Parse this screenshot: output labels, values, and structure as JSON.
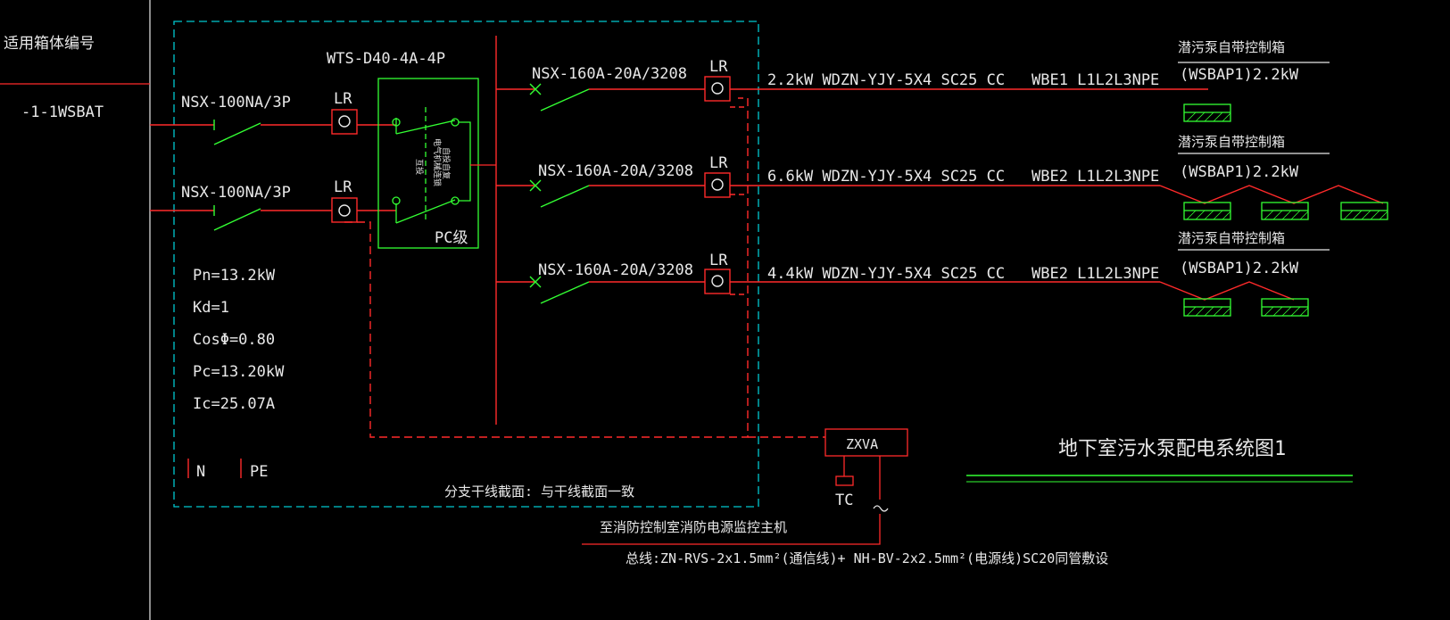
{
  "left_panel": {
    "header": "适用箱体编号",
    "box_id": "-1-1WSBAT"
  },
  "incoming": [
    {
      "breaker": "NSX-100NA/3P",
      "relay": "LR"
    },
    {
      "breaker": "NSX-100NA/3P",
      "relay": "LR"
    }
  ],
  "ats": {
    "model": "WTS-D40-4A-4P",
    "inner_text_1": "电气机械连锁",
    "inner_text_2": "自投自复",
    "inner_text_3": "互投",
    "class_label": "PC级"
  },
  "load_summary": {
    "pn": "Pn=13.2kW",
    "kd": "Kd=1",
    "cos": "CosΦ=0.80",
    "pc": "Pc=13.20kW",
    "ic": "Ic=25.07A"
  },
  "legend": {
    "n": "N",
    "pe": "PE"
  },
  "branch_note": "分支干线截面: 与干线截面一致",
  "outgoing": [
    {
      "breaker": "NSX-160A-20A/3208",
      "relay": "LR",
      "cable": "2.2kW  WDZN-YJY-5X4  SC25 CC",
      "circuit": "WBE1  L1L2L3NPE",
      "load_title": "潜污泵自带控制箱",
      "load_value": "(WSBAP1)2.2kW"
    },
    {
      "breaker": "NSX-160A-20A/3208",
      "relay": "LR",
      "cable": "6.6kW  WDZN-YJY-5X4  SC25 CC",
      "circuit": "WBE2  L1L2L3NPE",
      "load_title": "潜污泵自带控制箱",
      "load_value": "(WSBAP1)2.2kW"
    },
    {
      "breaker": "NSX-160A-20A/3208",
      "relay": "LR",
      "cable": "4.4kW  WDZN-YJY-5X4  SC25 CC",
      "circuit": "WBE2  L1L2L3NPE",
      "load_title": "潜污泵自带控制箱",
      "load_value": "(WSBAP1)2.2kW"
    }
  ],
  "monitor": {
    "module": "ZXVA",
    "tc": "TC",
    "to_text": "至消防控制室消防电源监控主机",
    "bus_text": "总线:ZN-RVS-2x1.5mm²(通信线)+ NH-BV-2x2.5mm²(电源线)SC20同管敷设"
  },
  "drawing_title": "地下室污水泵配电系统图1",
  "colors": {
    "background": "#000000",
    "text": "#e8e8e8",
    "line_red": "#ff2a2a",
    "line_green": "#33ff33",
    "frame_cyan": "#00c8d0"
  }
}
